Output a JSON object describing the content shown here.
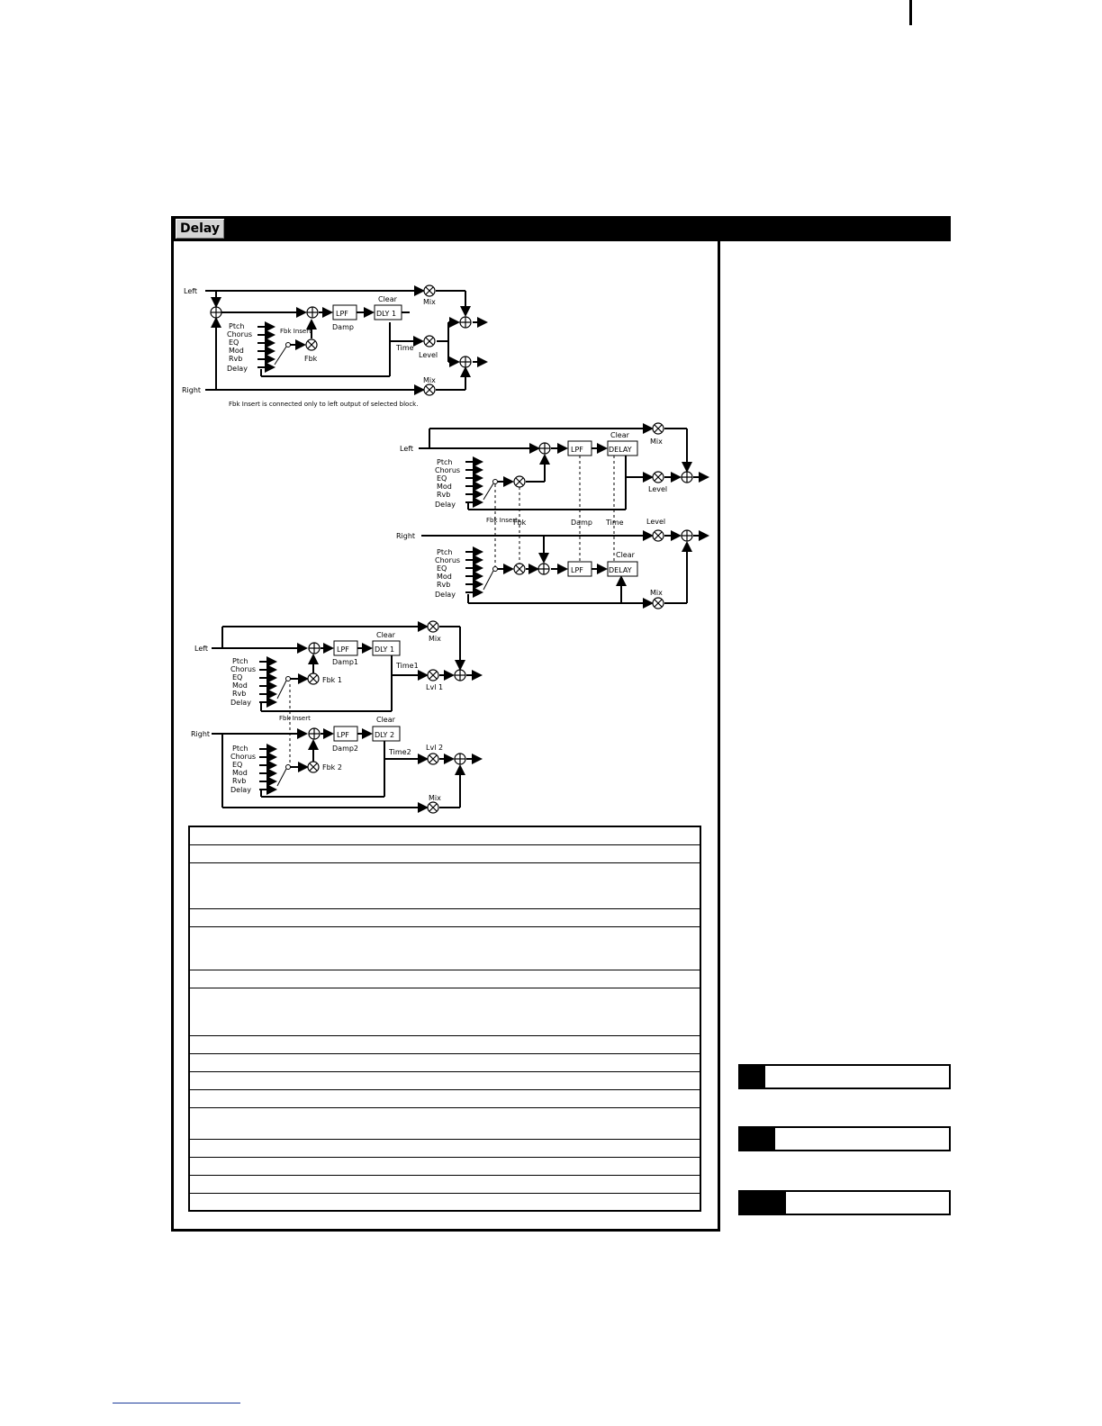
{
  "header": {
    "tab_label": "Delay"
  },
  "diagram_top": {
    "inputs": [
      "Left",
      "Right"
    ],
    "insert_sources": [
      "Ptch",
      "Chorus",
      "EQ",
      "Mod",
      "Rvb",
      "Delay"
    ],
    "labels": {
      "fbk_insert": "Fbk Insert",
      "fbk": "Fbk",
      "lpf": "LPF",
      "damp": "Damp",
      "clear": "Clear",
      "dly": "DLY 1",
      "time": "Time",
      "level": "Level",
      "mix": "Mix"
    },
    "note": "Fbk Insert is connected only to left output of selected block."
  },
  "diagram_mid": {
    "inputs": [
      "Left",
      "Right"
    ],
    "insert_sources": [
      "Ptch",
      "Chorus",
      "EQ",
      "Mod",
      "Rvb",
      "Delay"
    ],
    "labels": {
      "clear": "Clear",
      "lpf": "LPF",
      "delay": "DELAY",
      "mix": "Mix",
      "level": "Level",
      "fbk_insert": "Fbk Insert",
      "fbk": "Fbk",
      "damp": "Damp",
      "time": "Time"
    }
  },
  "diagram_bottom": {
    "inputs": [
      "Left",
      "Right"
    ],
    "insert_sources": [
      "Ptch",
      "Chorus",
      "EQ",
      "Mod",
      "Rvb",
      "Delay"
    ],
    "labels": {
      "clear": "Clear",
      "lpf": "LPF",
      "dly1": "DLY 1",
      "dly2": "DLY 2",
      "damp1": "Damp1",
      "damp2": "Damp2",
      "time1": "Time1",
      "time2": "Time2",
      "lvl1": "Lvl 1",
      "lvl2": "Lvl 2",
      "fbk1": "Fbk 1",
      "fbk2": "Fbk 2",
      "fbk_insert": "Fbk Insert",
      "mix": "Mix"
    }
  },
  "param_table": {
    "row_count": 16
  },
  "side_boxes": [
    {
      "fill": 0.12
    },
    {
      "fill": 0.17
    },
    {
      "fill": 0.22
    }
  ]
}
